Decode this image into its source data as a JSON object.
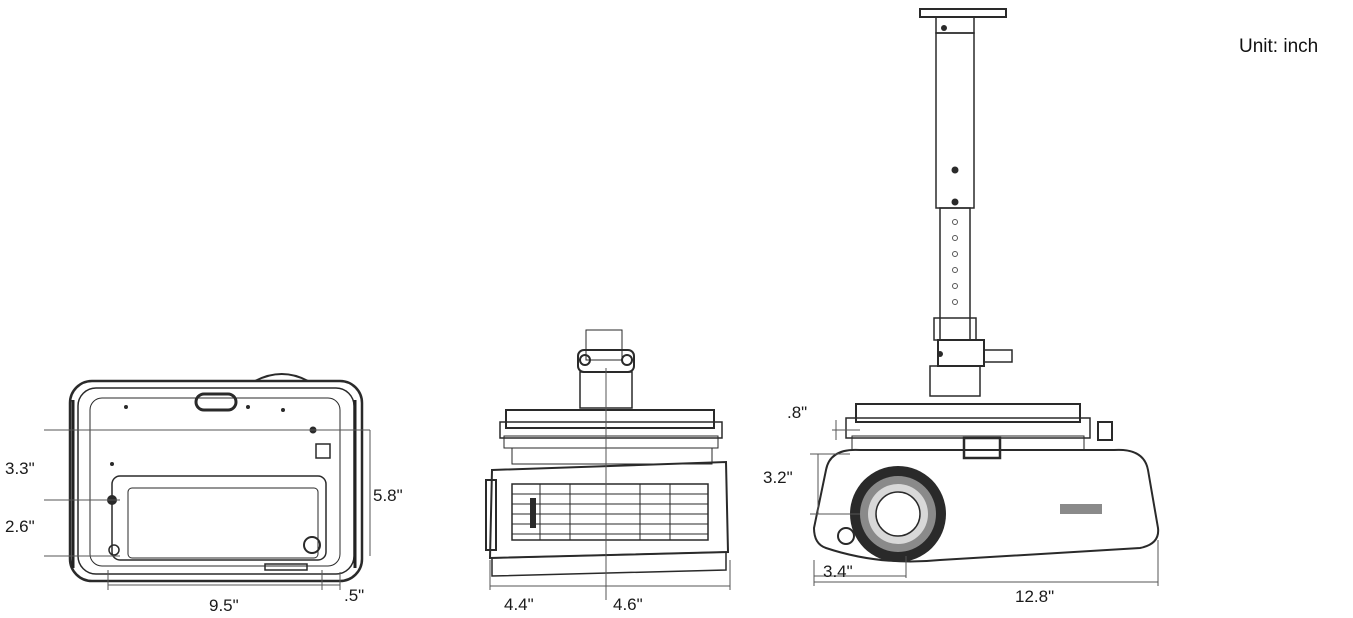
{
  "unit_label": "Unit: inch",
  "views": {
    "top_view": {
      "dim_depth_front": "3.3\"",
      "dim_depth_rear": "2.6\"",
      "dim_depth_total": "5.8\"",
      "dim_width": "9.5\"",
      "dim_offset": ".5\""
    },
    "side_view": {
      "dim_left": "4.4\"",
      "dim_right": "4.6\""
    },
    "front_view": {
      "dim_mount_gap": ".8\"",
      "dim_height": "3.2\"",
      "dim_lens_offset": "3.4\"",
      "dim_width": "12.8\""
    }
  },
  "colors": {
    "line": "#2a2a2a",
    "background": "#ffffff"
  }
}
